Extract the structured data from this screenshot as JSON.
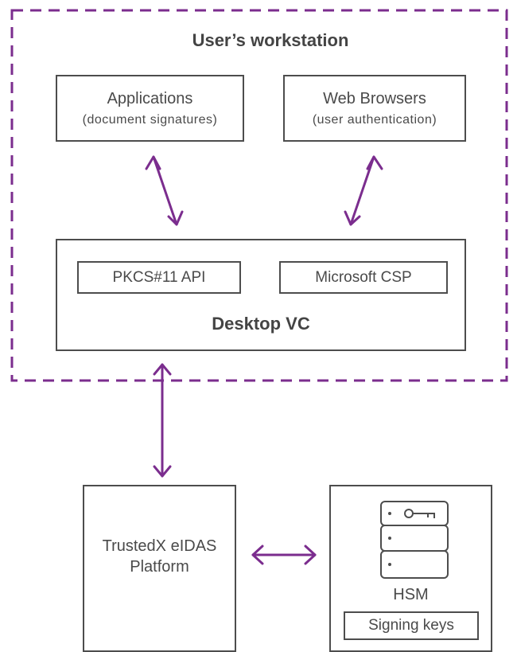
{
  "workstation": {
    "title": "User’s workstation"
  },
  "applications": {
    "label": "Applications",
    "sublabel": "(document signatures)"
  },
  "browsers": {
    "label": "Web Browsers",
    "sublabel": "(user authentication)"
  },
  "desktop_vc": {
    "title": "Desktop VC",
    "pkcs": "PKCS#11 API",
    "csp": "Microsoft CSP"
  },
  "platform": {
    "line1": "TrustedX eIDAS",
    "line2": "Platform"
  },
  "hsm": {
    "label": "HSM",
    "keys": "Signing keys"
  },
  "colors": {
    "arrow": "#7b2d8e",
    "dash": "#7b2d8e",
    "border": "#4d4d4d"
  }
}
